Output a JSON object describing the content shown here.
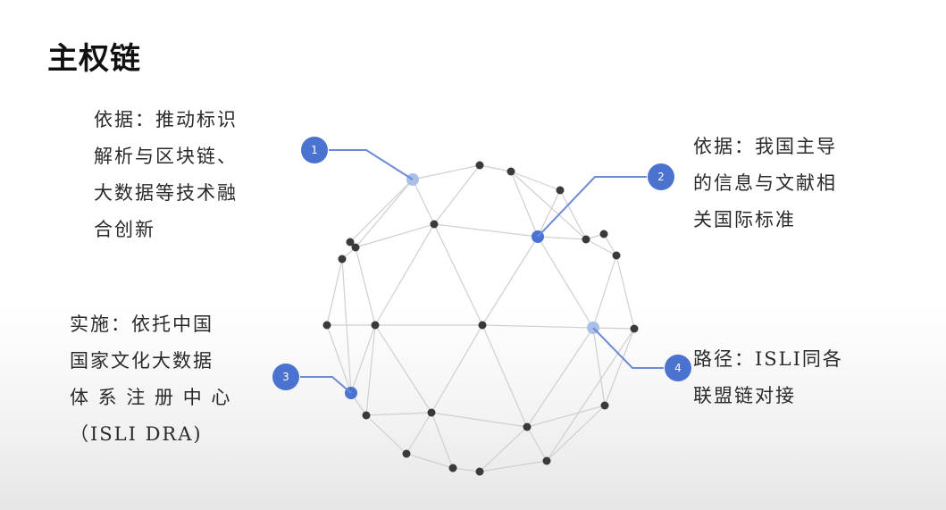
{
  "title": "主权链",
  "colors": {
    "marker": "#4a73cf",
    "connector": "#6b8bd8",
    "node_dark": "#3a3a3a",
    "node_light": "#a9bfe8",
    "edge": "#cfcfcf"
  },
  "callouts": [
    {
      "number": "1",
      "lines": [
        "依据：推动标识",
        "解析与区块链、",
        "大数据等技术融",
        "合创新"
      ]
    },
    {
      "number": "2",
      "lines": [
        "依据：我国主导",
        "的信息与文献相",
        "关国际标准"
      ]
    },
    {
      "number": "3",
      "lines": [
        "实施：依托中国",
        "国家文化大数据",
        "体 系 注 册 中 心",
        "（ISLI DRA)"
      ]
    },
    {
      "number": "4",
      "lines": [
        "路径：ISLI同各",
        "联盟链对接"
      ]
    }
  ]
}
